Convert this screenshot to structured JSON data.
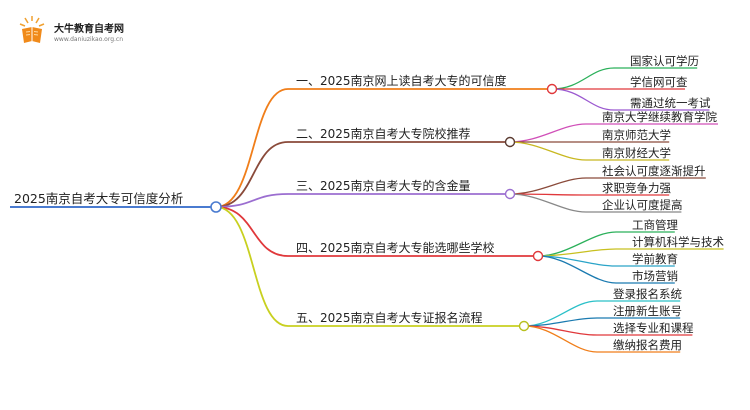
{
  "logo": {
    "name": "大牛教育自考网",
    "url": "www.daniuzikao.org.cn"
  },
  "root": {
    "label": "2025南京自考大专可信度分析",
    "color": "#4a7bd0"
  },
  "branches": [
    {
      "label": "一、2025南京网上读自考大专的可信度",
      "color": "#f07e1a",
      "node_color": "#e0383b",
      "leaves": [
        {
          "label": "国家认可学历",
          "color": "#2bb05a"
        },
        {
          "label": "学信网可查",
          "color": "#e0383b"
        },
        {
          "label": "需通过统一考试",
          "color": "#9b59d0"
        }
      ]
    },
    {
      "label": "二、2025南京自考大专院校推荐",
      "color": "#8a4a3a",
      "node_color": "#5a3a30",
      "leaves": [
        {
          "label": "南京大学继续教育学院",
          "color": "#d04fb8"
        },
        {
          "label": "南京师范大学",
          "color": "#8a4a3a"
        },
        {
          "label": "南京财经大学",
          "color": "#c8b820"
        }
      ]
    },
    {
      "label": "三、2025南京自考大专的含金量",
      "color": "#9b6ed0",
      "node_color": "#9b6ed0",
      "leaves": [
        {
          "label": "社会认可度逐渐提升",
          "color": "#8a4a3a"
        },
        {
          "label": "求职竞争力强",
          "color": "#e0383b"
        },
        {
          "label": "企业认可度提高",
          "color": "#888888"
        }
      ]
    },
    {
      "label": "四、2025南京自考大专能选哪些学校",
      "color": "#e0383b",
      "node_color": "#e0383b",
      "leaves": [
        {
          "label": "工商管理",
          "color": "#2bb05a"
        },
        {
          "label": "计算机科学与技术",
          "color": "#c8c020"
        },
        {
          "label": "学前教育",
          "color": "#2aa4c8"
        },
        {
          "label": "市场营销",
          "color": "#1a7ab0"
        }
      ]
    },
    {
      "label": "五、2025南京自考大专证报名流程",
      "color": "#c8d020",
      "node_color": "#b8c020",
      "leaves": [
        {
          "label": "登录报名系统",
          "color": "#2ac0c8"
        },
        {
          "label": "注册新生账号",
          "color": "#1a7ab0"
        },
        {
          "label": "选择专业和课程",
          "color": "#e0383b"
        },
        {
          "label": "缴纳报名费用",
          "color": "#f07e1a"
        }
      ]
    }
  ]
}
